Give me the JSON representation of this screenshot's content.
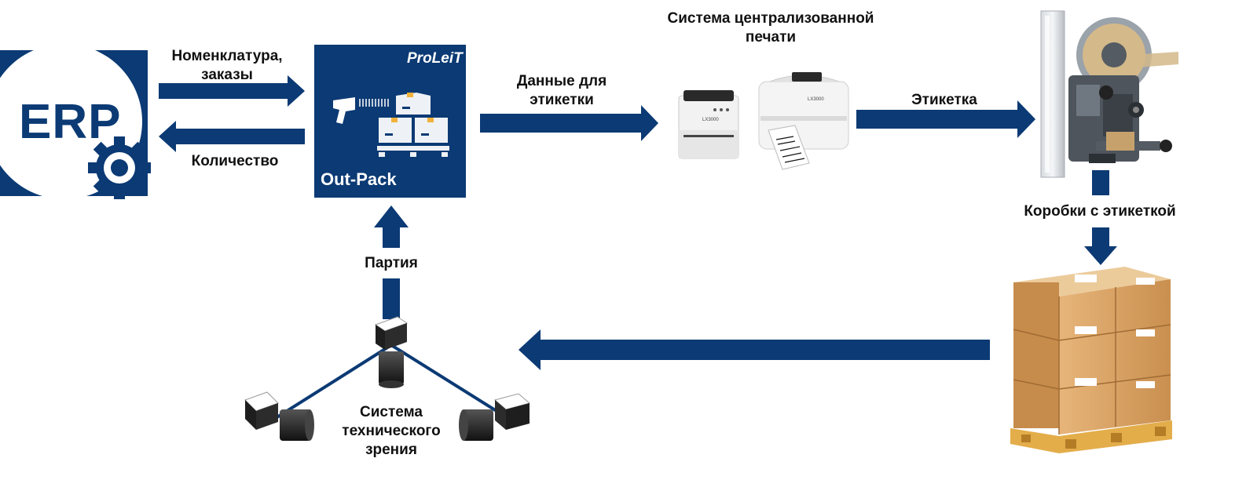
{
  "colors": {
    "primary": "#0b3a74",
    "box": "#d9a86c",
    "pallet": "#e6b042"
  },
  "erp": {
    "logo_text": "ERP",
    "icon": "gear-icon"
  },
  "outpack": {
    "brand": "ProLeiT",
    "title": "Out-Pack",
    "icons": [
      "barcode-scanner-icon",
      "boxes-on-pallet-icon"
    ]
  },
  "labels": {
    "nomenclature_line1": "Номенклатура,",
    "nomenclature_line2": "заказы",
    "quantity": "Количество",
    "label_data_line1": "Данные для",
    "label_data_line2": "этикетки",
    "print_system_line1": "Система централизованной",
    "print_system_line2": "печати",
    "label": "Этикетка",
    "boxes_with_label": "Коробки с этикеткой",
    "batch": "Партия",
    "vision_line1": "Система",
    "vision_line2": "технического",
    "vision_line3": "зрения"
  },
  "printer": {
    "model": "LX3000"
  }
}
